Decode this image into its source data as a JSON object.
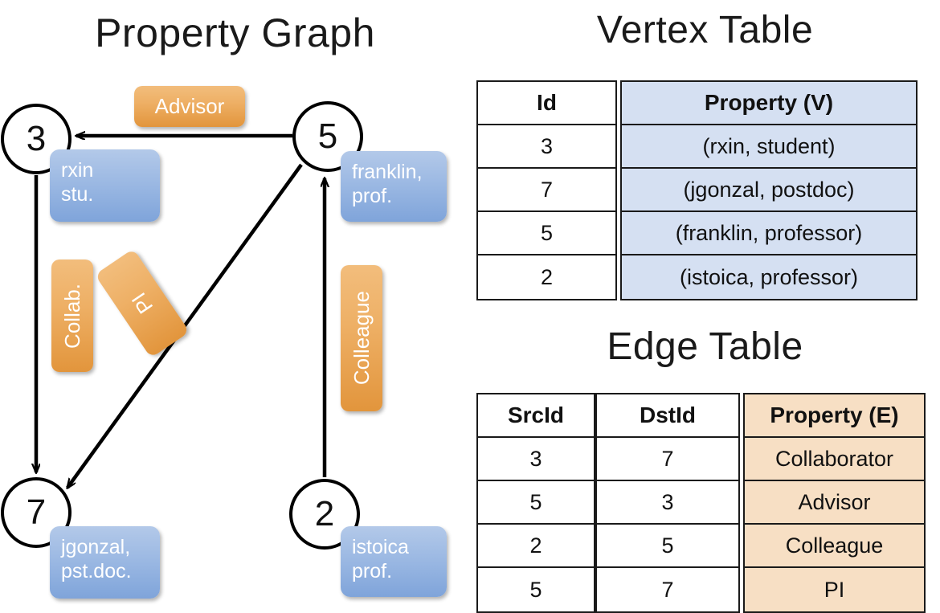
{
  "titles": {
    "property_graph": "Property Graph",
    "vertex_table": "Vertex Table",
    "edge_table": "Edge Table"
  },
  "graph": {
    "vertices": [
      {
        "id": "3",
        "name": "rxin",
        "role": "stu.",
        "box_lines": [
          "rxin",
          "stu."
        ]
      },
      {
        "id": "5",
        "name": "franklin",
        "role": "prof.",
        "box_lines": [
          "franklin,",
          "prof."
        ]
      },
      {
        "id": "7",
        "name": "jgonzal",
        "role": "pst.doc.",
        "box_lines": [
          "jgonzal,",
          "pst.doc."
        ]
      },
      {
        "id": "2",
        "name": "istoica",
        "role": "prof.",
        "box_lines": [
          "istoica",
          "prof."
        ]
      }
    ],
    "edge_labels": [
      {
        "key": "advisor",
        "text": "Advisor",
        "orientation": "horizontal"
      },
      {
        "key": "collab",
        "text": "Collab.",
        "orientation": "vertical"
      },
      {
        "key": "pi",
        "text": "PI",
        "orientation": "vertical-rotated"
      },
      {
        "key": "colleague",
        "text": "Colleague",
        "orientation": "vertical"
      }
    ]
  },
  "vertex_table": {
    "headers": [
      "Id",
      "Property (V)"
    ],
    "rows": [
      {
        "id": "3",
        "property": "(rxin, student)"
      },
      {
        "id": "7",
        "property": "(jgonzal, postdoc)"
      },
      {
        "id": "5",
        "property": "(franklin, professor)"
      },
      {
        "id": "2",
        "property": "(istoica, professor)"
      }
    ]
  },
  "edge_table": {
    "headers": [
      "SrcId",
      "DstId",
      "Property (E)"
    ],
    "rows": [
      {
        "src": "3",
        "dst": "7",
        "property": "Collaborator"
      },
      {
        "src": "5",
        "dst": "3",
        "property": "Advisor"
      },
      {
        "src": "2",
        "dst": "5",
        "property": "Colleague"
      },
      {
        "src": "5",
        "dst": "7",
        "property": "PI"
      }
    ]
  },
  "colors": {
    "vertex_property_fill": "#d5e0f2",
    "edge_property_fill": "#f7dfc4",
    "node_box_blue": "#9cb9e3",
    "edge_label_orange": "#eeb066",
    "stroke": "#1a1a1a"
  }
}
